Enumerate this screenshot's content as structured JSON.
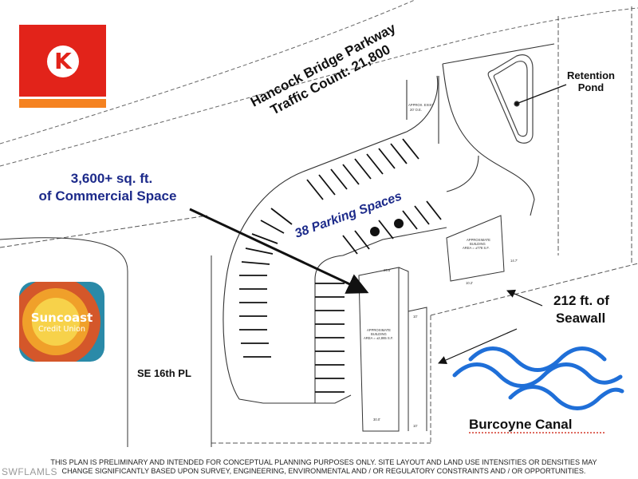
{
  "labels": {
    "parkway_name": "Hancock Bridge Parkway",
    "traffic_count": "Traffic Count: 21,800",
    "retention_1": "Retention",
    "retention_2": "Pond",
    "commercial_1": "3,600+ sq. ft.",
    "commercial_2": "of Commercial Space",
    "parking": "38 Parking Spaces",
    "seawall_1": "212 ft. of",
    "seawall_2": "Seawall",
    "street": "SE 16th PL",
    "canal": "Burcoyne Canal"
  },
  "plan_notes": {
    "egress_1": "APPROX. EXIST",
    "egress_2": "20' O.E.",
    "bldg1_1": "APPROXIMATE",
    "bldg1_2": "BUILDING",
    "bldg1_3": "AREA = ±778 S.F.",
    "bldg2_1": "APPROXIMATE",
    "bldg2_2": "BUILDING",
    "bldg2_3": "AREA = ±2,865 S.F.",
    "dim_a": "10.2'",
    "dim_b": "14.7'",
    "dim_c": "10'",
    "dim_d": "30.0'",
    "dim_e": "25.6'",
    "dim_f": "10'"
  },
  "disclaimer": {
    "line1": "THIS PLAN IS PRELIMINARY AND INTENDED FOR CONCEPTUAL PLANNING PURPOSES ONLY. SITE LAYOUT AND LAND USE INTENSITIES OR DENSITIES MAY",
    "line2": "CHANGE SIGNIFICANTLY BASED UPON SURVEY, ENGINEERING, ENVIRONMENTAL AND / OR REGULATORY CONSTRAINTS AND / OR OPPORTUNITIES."
  },
  "logos": {
    "circle_k_glyph": "K",
    "suncoast_name": "Suncoast",
    "suncoast_sub": "Credit Union"
  },
  "watermark": "SWFLAMLS",
  "colors": {
    "label_blue": "#1c2a8a",
    "circle_k_red": "#e2231a",
    "circle_k_orange": "#f58220",
    "wave_blue": "#1f6fd8",
    "canal_underline": "#d33a2c"
  },
  "icons": [
    "circle-k-logo",
    "suncoast-credit-union-logo",
    "accessible-parking-icon",
    "water-waves-icon",
    "pointer-arrow-icon"
  ]
}
